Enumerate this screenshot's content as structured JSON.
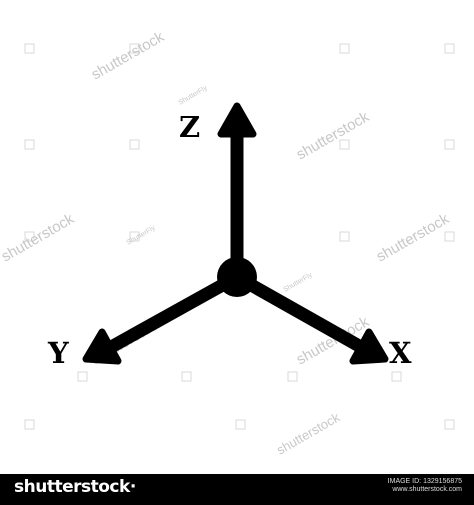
{
  "diagram": {
    "axes": [
      {
        "id": "z",
        "label": "Z"
      },
      {
        "id": "y",
        "label": "Y"
      },
      {
        "id": "x",
        "label": "X"
      }
    ],
    "color": "#000000"
  },
  "watermark": {
    "text": "shutterstock",
    "badge": "ShutterFly"
  },
  "footer": {
    "brand": "shutterstock",
    "brand_mark": "·",
    "image_id": "IMAGE ID: 1329156875",
    "site": "www.shutterstock.com"
  }
}
